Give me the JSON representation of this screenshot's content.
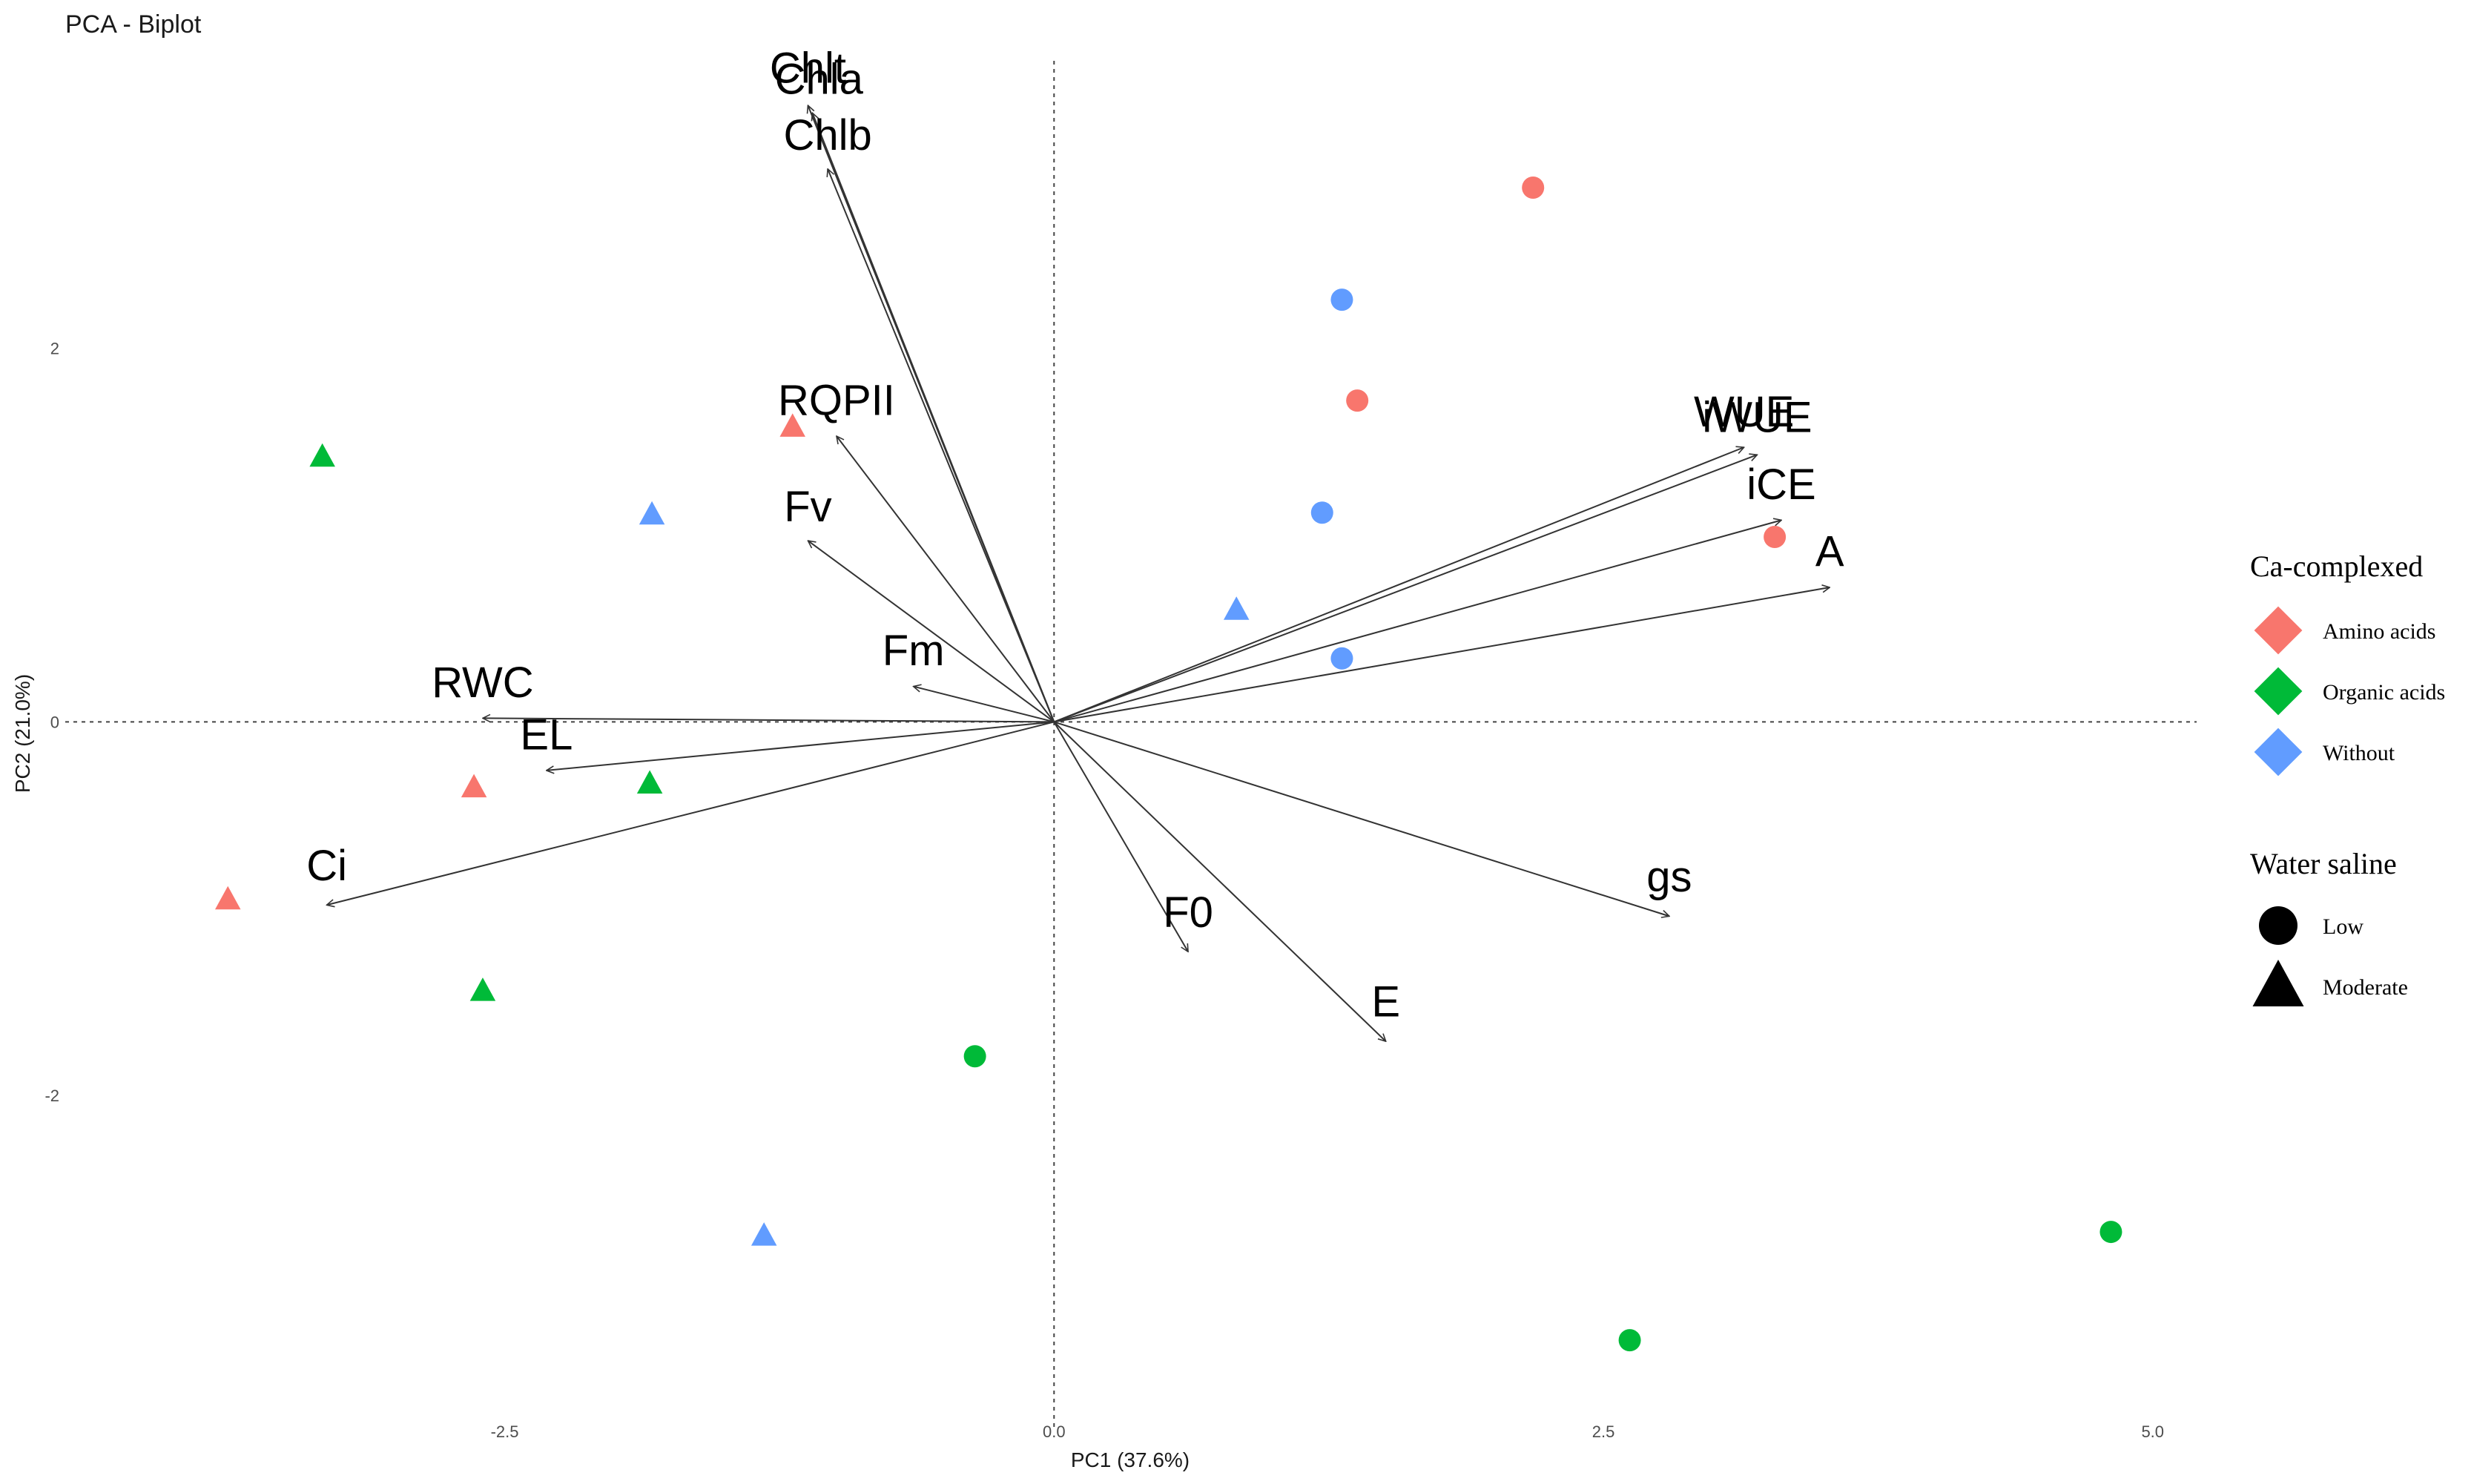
{
  "chart_data": {
    "type": "scatter",
    "title": "PCA - Biplot",
    "xlabel": "PC1 (37.6%)",
    "ylabel": "PC2 (21.0%)",
    "xlim": [
      -4.5,
      5.2
    ],
    "ylim": [
      -3.75,
      3.65
    ],
    "x_ticks": [
      {
        "value": -2.5,
        "label": "-2.5"
      },
      {
        "value": 0.0,
        "label": "0.0"
      },
      {
        "value": 2.5,
        "label": "2.5"
      },
      {
        "value": 5.0,
        "label": "5.0"
      }
    ],
    "y_ticks": [
      {
        "value": 2,
        "label": "2"
      },
      {
        "value": 0,
        "label": "0"
      },
      {
        "value": -2,
        "label": "-2"
      }
    ],
    "grid": false,
    "reference_lines": {
      "x": 0,
      "y": 0,
      "style": "dotted"
    },
    "groups": [
      {
        "name": "Amino acids",
        "color": "#F8766D"
      },
      {
        "name": "Organic acids",
        "color": "#00BA38"
      },
      {
        "name": "Without",
        "color": "#619CFF"
      }
    ],
    "shapes": [
      {
        "name": "Low",
        "shape": "circle"
      },
      {
        "name": "Moderate",
        "shape": "triangle"
      }
    ],
    "points": [
      {
        "x": 2.18,
        "y": 2.86,
        "group": "Amino acids",
        "shape": "Low"
      },
      {
        "x": 1.38,
        "y": 1.72,
        "group": "Amino acids",
        "shape": "Low"
      },
      {
        "x": 3.28,
        "y": 0.99,
        "group": "Amino acids",
        "shape": "Low"
      },
      {
        "x": -1.19,
        "y": 1.58,
        "group": "Amino acids",
        "shape": "Moderate"
      },
      {
        "x": -2.64,
        "y": -0.35,
        "group": "Amino acids",
        "shape": "Moderate"
      },
      {
        "x": -3.76,
        "y": -0.95,
        "group": "Amino acids",
        "shape": "Moderate"
      },
      {
        "x": -0.36,
        "y": -1.79,
        "group": "Organic acids",
        "shape": "Low"
      },
      {
        "x": 2.62,
        "y": -3.31,
        "group": "Organic acids",
        "shape": "Low"
      },
      {
        "x": 4.81,
        "y": -2.73,
        "group": "Organic acids",
        "shape": "Low"
      },
      {
        "x": -3.33,
        "y": 1.42,
        "group": "Organic acids",
        "shape": "Moderate"
      },
      {
        "x": -1.84,
        "y": -0.33,
        "group": "Organic acids",
        "shape": "Moderate"
      },
      {
        "x": -2.6,
        "y": -1.44,
        "group": "Organic acids",
        "shape": "Moderate"
      },
      {
        "x": 1.31,
        "y": 2.26,
        "group": "Without",
        "shape": "Low"
      },
      {
        "x": 1.22,
        "y": 1.12,
        "group": "Without",
        "shape": "Low"
      },
      {
        "x": 1.31,
        "y": 0.34,
        "group": "Without",
        "shape": "Low"
      },
      {
        "x": -1.83,
        "y": 1.11,
        "group": "Without",
        "shape": "Moderate"
      },
      {
        "x": 0.83,
        "y": 0.6,
        "group": "Without",
        "shape": "Moderate"
      },
      {
        "x": -1.32,
        "y": -2.75,
        "group": "Without",
        "shape": "Moderate"
      }
    ],
    "variables": [
      {
        "name": "Chlt",
        "x": -1.12,
        "y": 3.3,
        "label_x": -1.12,
        "label_y": 3.5
      },
      {
        "name": "Chla",
        "x": -1.1,
        "y": 3.26,
        "label_x": -1.07,
        "label_y": 3.44
      },
      {
        "name": "Chlb",
        "x": -1.03,
        "y": 2.96,
        "label_x": -1.03,
        "label_y": 3.14
      },
      {
        "name": "RQPII",
        "x": -0.99,
        "y": 1.53,
        "label_x": -0.99,
        "label_y": 1.72
      },
      {
        "name": "Fv",
        "x": -1.12,
        "y": 0.97,
        "label_x": -1.12,
        "label_y": 1.15
      },
      {
        "name": "Fm",
        "x": -0.64,
        "y": 0.19,
        "label_x": -0.64,
        "label_y": 0.38
      },
      {
        "name": "RWC",
        "x": -2.6,
        "y": 0.02,
        "label_x": -2.6,
        "label_y": 0.21
      },
      {
        "name": "EL",
        "x": -2.31,
        "y": -0.26,
        "label_x": -2.31,
        "label_y": -0.07
      },
      {
        "name": "Ci",
        "x": -3.31,
        "y": -0.98,
        "label_x": -3.31,
        "label_y": -0.77
      },
      {
        "name": "F0",
        "x": 0.61,
        "y": -1.23,
        "label_x": 0.61,
        "label_y": -1.02
      },
      {
        "name": "E",
        "x": 1.51,
        "y": -1.71,
        "label_x": 1.51,
        "label_y": -1.5
      },
      {
        "name": "gs",
        "x": 2.8,
        "y": -1.04,
        "label_x": 2.8,
        "label_y": -0.83
      },
      {
        "name": "WUE",
        "x": 3.14,
        "y": 1.47,
        "label_x": 3.14,
        "label_y": 1.66
      },
      {
        "name": "iWUE",
        "x": 3.2,
        "y": 1.43,
        "label_x": 3.2,
        "label_y": 1.63
      },
      {
        "name": "iCE",
        "x": 3.31,
        "y": 1.08,
        "label_x": 3.31,
        "label_y": 1.27
      },
      {
        "name": "A",
        "x": 3.53,
        "y": 0.72,
        "label_x": 3.53,
        "label_y": 0.91
      }
    ],
    "legend": {
      "placement": "right",
      "color_title": "Ca-complexed",
      "shape_title": "Water saline"
    }
  }
}
